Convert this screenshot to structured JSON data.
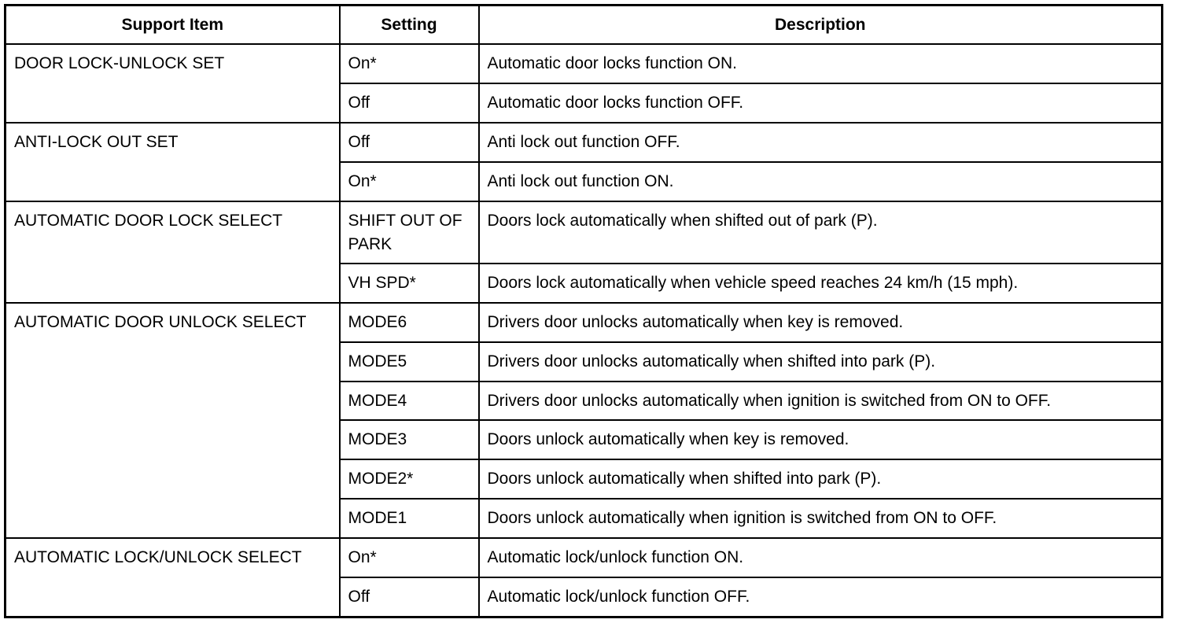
{
  "table": {
    "headers": [
      "Support Item",
      "Setting",
      "Description"
    ],
    "groups": [
      {
        "item": "DOOR LOCK-UNLOCK SET",
        "rows": [
          {
            "setting": "On*",
            "description": "Automatic door locks function ON."
          },
          {
            "setting": "Off",
            "description": "Automatic door locks function OFF."
          }
        ]
      },
      {
        "item": "ANTI-LOCK OUT SET",
        "rows": [
          {
            "setting": "Off",
            "description": "Anti lock out function OFF."
          },
          {
            "setting": "On*",
            "description": "Anti lock out function ON."
          }
        ]
      },
      {
        "item": "AUTOMATIC DOOR LOCK SELECT",
        "rows": [
          {
            "setting": "SHIFT OUT OF PARK",
            "description": "Doors lock automatically when shifted out of park (P)."
          },
          {
            "setting": "VH SPD*",
            "description": "Doors lock automatically when vehicle speed reaches 24 km/h (15 mph)."
          }
        ]
      },
      {
        "item": "AUTOMATIC DOOR UNLOCK SELECT",
        "rows": [
          {
            "setting": "MODE6",
            "description": "Drivers door unlocks automatically when key is removed."
          },
          {
            "setting": "MODE5",
            "description": "Drivers door unlocks automatically when shifted into park (P)."
          },
          {
            "setting": "MODE4",
            "description": "Drivers door unlocks automatically when ignition is switched from ON to OFF."
          },
          {
            "setting": "MODE3",
            "description": "Doors unlock automatically when key is removed."
          },
          {
            "setting": "MODE2*",
            "description": "Doors unlock automatically when shifted into park (P)."
          },
          {
            "setting": "MODE1",
            "description": "Doors unlock automatically when ignition is switched from ON to OFF."
          }
        ]
      },
      {
        "item": "AUTOMATIC LOCK/UNLOCK SELECT",
        "rows": [
          {
            "setting": "On*",
            "description": "Automatic lock/unlock function ON."
          },
          {
            "setting": "Off",
            "description": "Automatic lock/unlock function OFF."
          }
        ]
      }
    ]
  }
}
